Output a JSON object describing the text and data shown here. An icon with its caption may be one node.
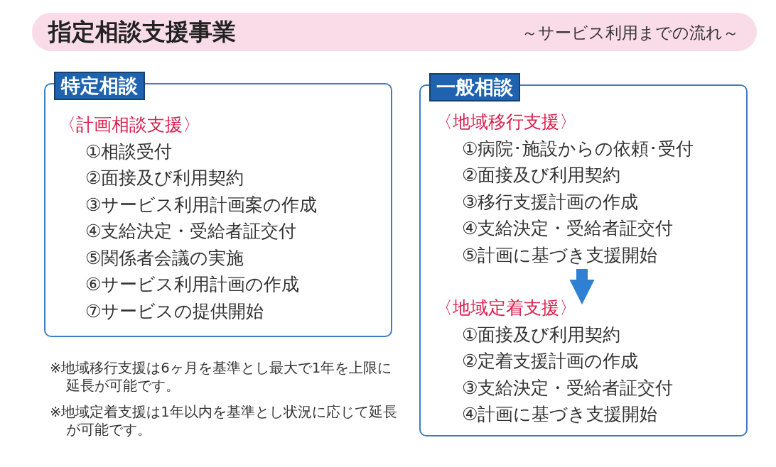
{
  "diagram": {
    "title": "指定相談支援事業",
    "nodes": [
      {
        "text": [
          "特定相談"
        ]
      },
      {
        "in": 0,
        "text": [
          "〈計画相談支援〉",
          "①相談受付",
          "②面接及び利用契約",
          "③サービス利用計画案の作成",
          "④支給決定・受給者証交付",
          "⑤関係者会議の実施",
          "⑥サービス利用計画の作成",
          "⑦サービスの提供開始"
        ]
      },
      {
        "text": [
          "一般相談"
        ]
      },
      {
        "text": [
          "〈地域移行支援〉",
          "①病院･施設からの依頼･受付",
          "②面接及び利用契約",
          "③移行支援計画の作成",
          "④支給決定・受給者証交付",
          "⑤計画に基づき支援開始"
        ],
        "in": 2
      },
      {
        "text": [
          "〈地域定着支援〉",
          "①面接及び利用契約",
          "②定着支援計画の作成",
          "③支給決定・受給者証交付",
          "④計画に基づき支援開始"
        ],
        "in": 2
      }
    ],
    "edges": [
      {
        "from": 3,
        "to": 4,
        "arrow": "to"
      }
    ],
    "labels": [
      "～サービス利用までの流れ～",
      "※地域移行支援は6ヶ月を基準とし最大で1年を上限に延長が可能です。",
      "※地域定着支援は1年以内を基準とし状況に応じて延長が可能です。"
    ]
  }
}
